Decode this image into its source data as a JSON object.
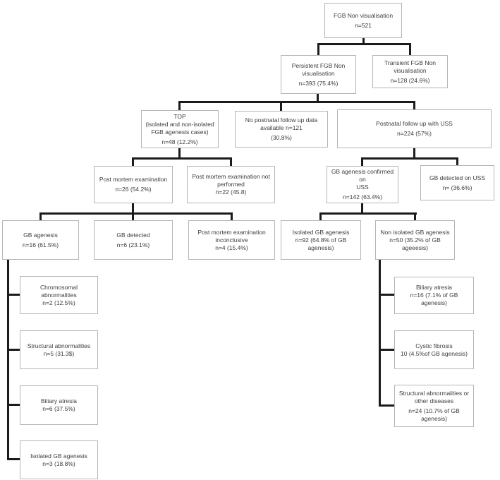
{
  "nodes": {
    "root": {
      "lines": [
        "FGB Non visualisation",
        "n=521"
      ]
    },
    "persistent": {
      "lines": [
        "Persistent FGB Non",
        "visualisation",
        "n=393 (75.4%)"
      ]
    },
    "transient": {
      "lines": [
        "Transient FGB Non",
        "visualisation",
        "n=128 (24.6%)"
      ]
    },
    "top": {
      "lines": [
        "TOP",
        "(isolated and non-isolated",
        "FGB agenesis cases)",
        "n=48 (12.2%)"
      ]
    },
    "no_postnatal": {
      "lines": [
        "No postnatal follow up data",
        "available n=121",
        "(30.8%)"
      ]
    },
    "postnatal": {
      "lines": [
        "Postnatal follow up with USS",
        "n=224 (57%)"
      ]
    },
    "postmortem": {
      "lines": [
        "Post mortem examination",
        "n=26 (54.2%)"
      ]
    },
    "postmortem_not": {
      "lines": [
        "Post mortem examination not",
        "performed",
        "n=22 (45.8)"
      ]
    },
    "gb_confirmed": {
      "lines": [
        "GB agenesis confirmed on",
        "USS",
        "n=142 (63.4%)"
      ]
    },
    "gb_detected_uss": {
      "lines": [
        "GB detected on USS",
        "n= (36.6%)"
      ]
    },
    "gb_agenesis": {
      "lines": [
        "GB agenesis",
        "n=16 (61.5%)"
      ]
    },
    "gb_detected": {
      "lines": [
        "GB detected",
        "n=6 (23.1%)"
      ]
    },
    "pm_inconclusive": {
      "lines": [
        "Post mortem examination",
        "inconclusive",
        "n=4 (15.4%)"
      ]
    },
    "isolated": {
      "lines": [
        "Isolated GB agenesis",
        "n=92 (64.8% of GB agenesis)"
      ]
    },
    "non_isolated": {
      "lines": [
        "Non isolated GB agenesis",
        "n=50 (35.2% of GB ageeesis)"
      ]
    },
    "chromosomal": {
      "lines": [
        "Chromosomal abnormalities",
        "n=2 (12.5%)"
      ]
    },
    "structural": {
      "lines": [
        "Structural abnormalities",
        "n=5 (31.3$)"
      ]
    },
    "biliary": {
      "lines": [
        "Biliary atresia",
        "n=6 (37.5%)"
      ]
    },
    "isolated_sub": {
      "lines": [
        "Isolated GB agenesis",
        "n=3 (18.8%)"
      ]
    },
    "biliary_uss": {
      "lines": [
        "Biliary atresia",
        "n=16 (7.1% of GB agenesis)"
      ]
    },
    "cystic": {
      "lines": [
        "Cystic fibrosis",
        "10 (4.5%of GB agenesis)"
      ]
    },
    "structural_other": {
      "lines": [
        "Structural abnormalities or",
        "other diseases",
        "n=24 (10.7% of GB",
        "agenesis)"
      ]
    }
  },
  "colors": {
    "connector": "#1b1b1b",
    "box_border": "#b5b5b5",
    "text": "#3d3d3d",
    "background": "#ffffff"
  }
}
